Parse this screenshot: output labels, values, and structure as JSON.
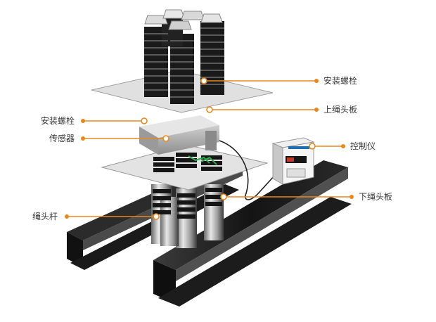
{
  "labels": {
    "bolt_top": "安装螺栓",
    "upper_plate": "上绳头板",
    "bolt_left": "安装螺栓",
    "sensor": "传感器",
    "controller": "控制仪",
    "lower_plate": "下绳头板",
    "rope_rod": "绳头杆"
  },
  "colors": {
    "callout": "#e8871e",
    "steel_dark": "#1e1e1e",
    "plate": "#d9d9d9",
    "label_text": "#3a3a3a"
  }
}
